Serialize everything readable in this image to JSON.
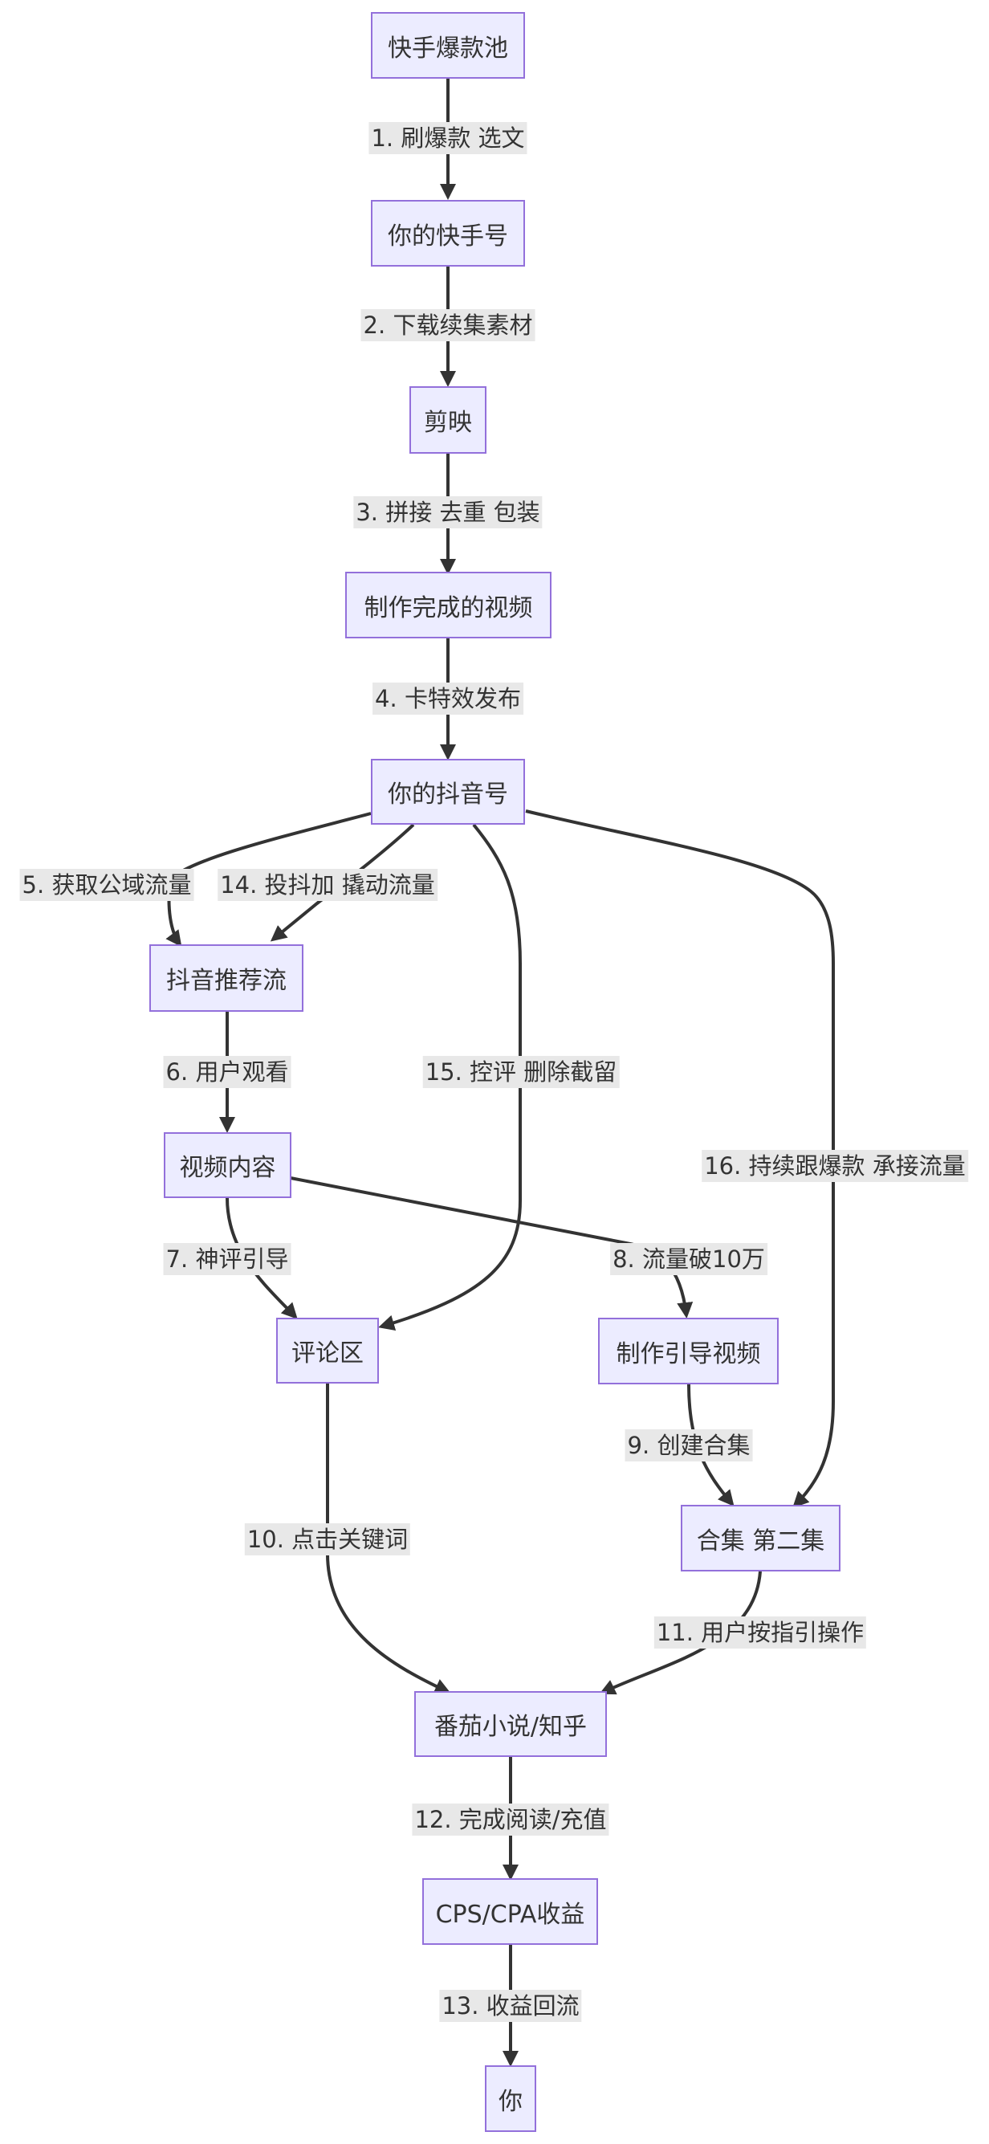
{
  "diagram": {
    "nodes": {
      "kuaishou_pool": "快手爆款池",
      "kuaishou_account": "你的快手号",
      "jianying": "剪映",
      "finished_video": "制作完成的视频",
      "douyin_account": "你的抖音号",
      "douyin_feed": "抖音推荐流",
      "video_content": "视频内容",
      "comments": "评论区",
      "guide_video": "制作引导视频",
      "collection": "合集 第二集",
      "fanqie_zhihu": "番茄小说/知乎",
      "cps_cpa": "CPS/CPA收益",
      "you": "你"
    },
    "edges": [
      {
        "id": "e1",
        "label": "1. 刷爆款 选文"
      },
      {
        "id": "e2",
        "label": "2. 下载续集素材"
      },
      {
        "id": "e3",
        "label": "3. 拼接 去重 包装"
      },
      {
        "id": "e4",
        "label": "4. 卡特效发布"
      },
      {
        "id": "e5",
        "label": "5. 获取公域流量"
      },
      {
        "id": "e14",
        "label": "14. 投抖加 撬动流量"
      },
      {
        "id": "e6",
        "label": "6. 用户观看"
      },
      {
        "id": "e15",
        "label": "15. 控评 删除截留"
      },
      {
        "id": "e16",
        "label": "16. 持续跟爆款 承接流量"
      },
      {
        "id": "e7",
        "label": "7. 神评引导"
      },
      {
        "id": "e8",
        "label": "8. 流量破10万"
      },
      {
        "id": "e9",
        "label": "9. 创建合集"
      },
      {
        "id": "e10",
        "label": "10. 点击关键词"
      },
      {
        "id": "e11",
        "label": "11. 用户按指引操作"
      },
      {
        "id": "e12",
        "label": "12. 完成阅读/充值"
      },
      {
        "id": "e13",
        "label": "13. 收益回流"
      }
    ]
  }
}
